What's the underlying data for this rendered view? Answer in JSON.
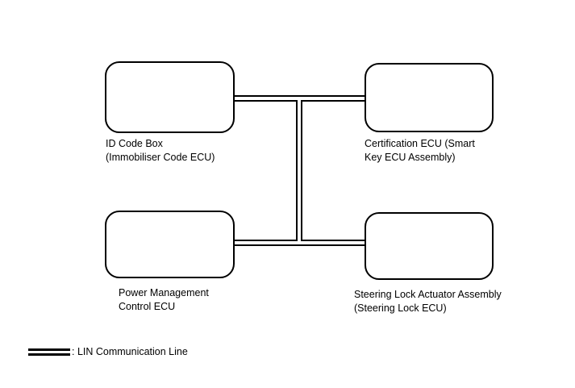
{
  "diagram": {
    "type": "block-diagram",
    "title": "",
    "nodes": [
      {
        "id": "id-code-box",
        "label_line1": "ID Code Box",
        "label_line2": "(Immobiliser Code ECU)",
        "shape": "rounded-rectangle",
        "position": "top-left"
      },
      {
        "id": "certification-ecu",
        "label_line1": "Certification ECU (Smart",
        "label_line2": "Key ECU Assembly)",
        "shape": "rounded-rectangle",
        "position": "top-right"
      },
      {
        "id": "power-management-control-ecu",
        "label_line1": "Power Management",
        "label_line2": "Control ECU",
        "shape": "rounded-rectangle",
        "position": "bottom-left"
      },
      {
        "id": "steering-lock-actuator-assembly",
        "label_line1": "Steering Lock Actuator Assembly",
        "label_line2": "(Steering Lock ECU)",
        "shape": "rounded-rectangle",
        "position": "bottom-right"
      }
    ],
    "connections": [
      {
        "from": "id-code-box",
        "to": "certification-ecu",
        "line_style": "double-line",
        "bus": "LIN"
      },
      {
        "from": "power-management-control-ecu",
        "to": "steering-lock-actuator-assembly",
        "line_style": "double-line",
        "bus": "LIN"
      },
      {
        "from": "top-bus",
        "to": "bottom-bus",
        "line_style": "double-line",
        "bus": "LIN"
      }
    ]
  },
  "legend": {
    "swatch_name": "double-line-swatch",
    "text": ": LIN Communication Line"
  },
  "colors": {
    "line": "#000000",
    "background": "#ffffff",
    "text": "#000000"
  }
}
